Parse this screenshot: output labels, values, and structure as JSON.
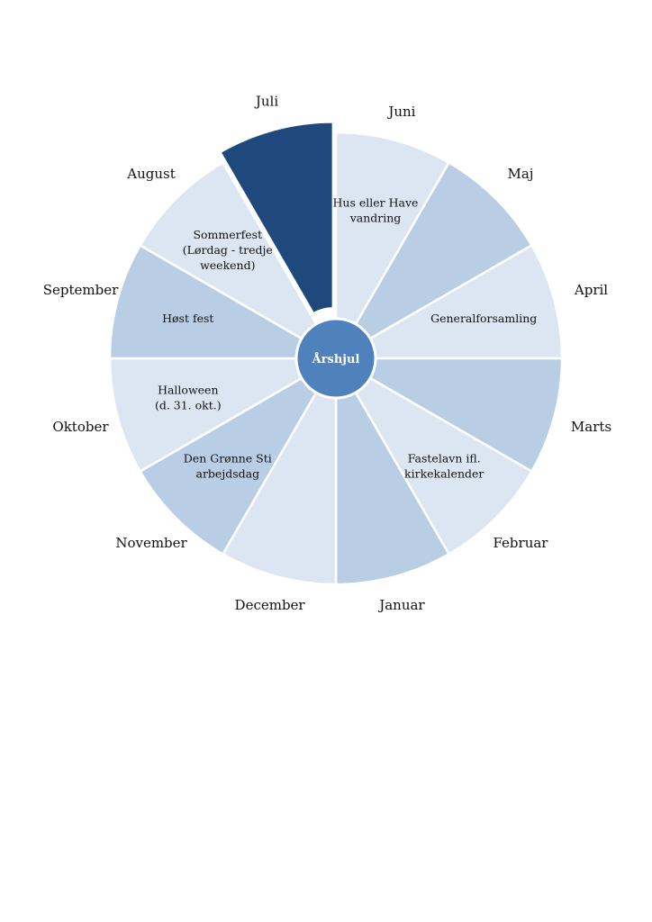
{
  "center": {
    "label": "Årshjul",
    "color": "#4f81bd"
  },
  "colors": {
    "light": "#dce6f2",
    "medium": "#b9cde5",
    "dark": "#1f497d",
    "divider": "#ffffff"
  },
  "months": [
    {
      "name": "Juli",
      "shade": "dark",
      "event": []
    },
    {
      "name": "Juni",
      "shade": "light",
      "event": [
        "Hus eller Have",
        "vandring"
      ]
    },
    {
      "name": "Maj",
      "shade": "medium",
      "event": []
    },
    {
      "name": "April",
      "shade": "light",
      "event": [
        "Generalforsamling"
      ]
    },
    {
      "name": "Marts",
      "shade": "medium",
      "event": []
    },
    {
      "name": "Februar",
      "shade": "light",
      "event": [
        "Fastelavn ifl.",
        "kirkekalender"
      ]
    },
    {
      "name": "Januar",
      "shade": "medium",
      "event": []
    },
    {
      "name": "December",
      "shade": "light",
      "event": []
    },
    {
      "name": "November",
      "shade": "medium",
      "event": [
        "Den Grønne Sti",
        "arbejdsdag"
      ]
    },
    {
      "name": "Oktober",
      "shade": "light",
      "event": [
        "Halloween",
        "(d. 31. okt.)"
      ]
    },
    {
      "name": "September",
      "shade": "medium",
      "event": [
        "Høst fest"
      ]
    },
    {
      "name": "August",
      "shade": "light",
      "event": [
        "Sommerfest",
        "(Lørdag - tredje",
        "weekend)"
      ]
    }
  ]
}
